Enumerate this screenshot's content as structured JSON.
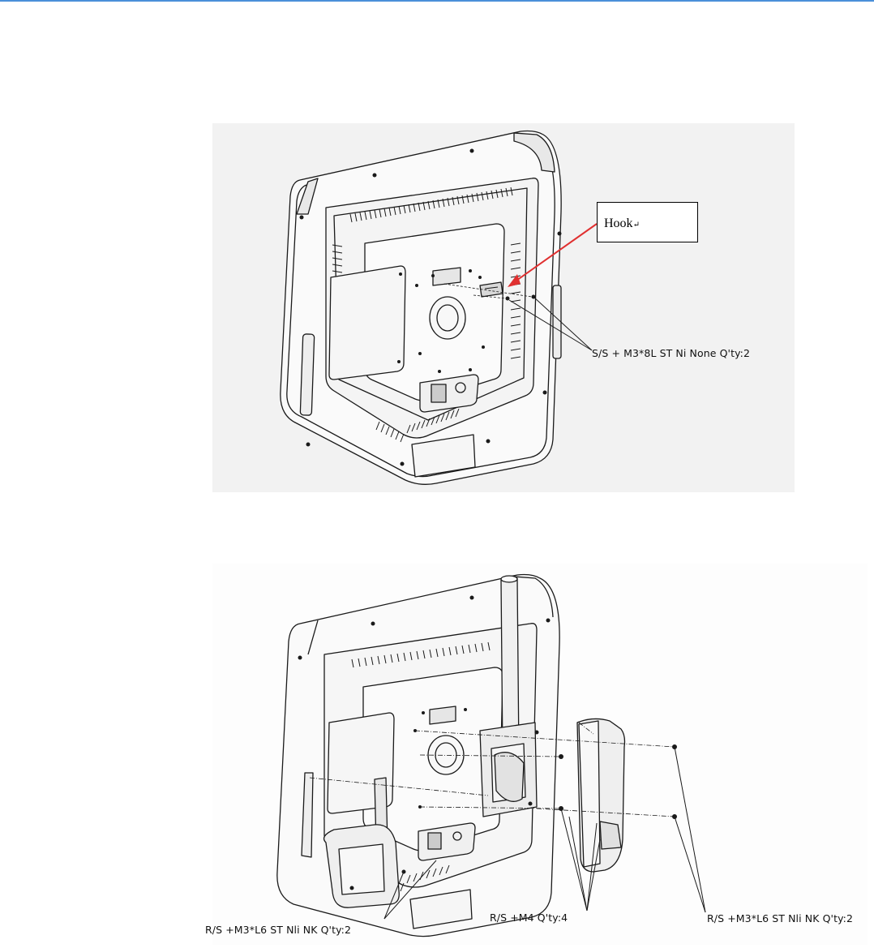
{
  "callout": {
    "text": "Hook",
    "return_mark": "↵"
  },
  "figure1": {
    "screw_label": "S/S + M3*8L ST Ni None Q'ty:2"
  },
  "figure2": {
    "label_bottom": "R/S +M3*L6 ST Nli NK  Q'ty:2",
    "label_middle": "R/S +M4  Q'ty:4",
    "label_right": "R/S +M3*L6 ST Nli NK  Q'ty:2"
  },
  "colors": {
    "arrow": "#e03030",
    "line": "#1a1a1a",
    "top_rule": "#4a90d9"
  }
}
